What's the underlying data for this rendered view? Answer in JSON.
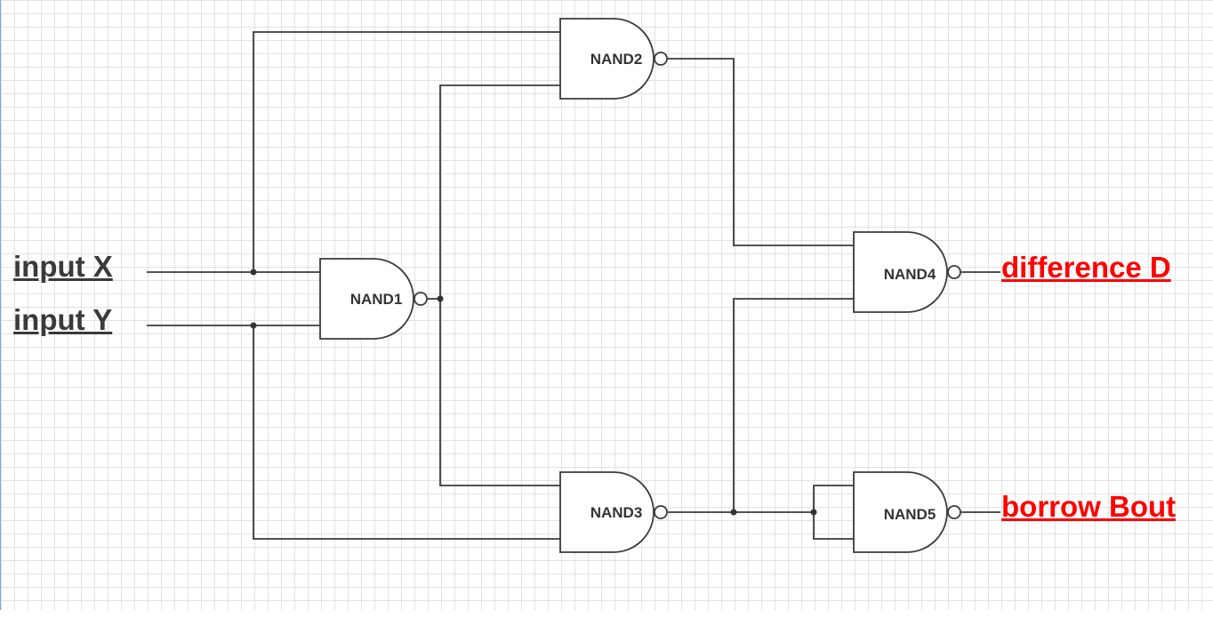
{
  "diagram": {
    "inputs": {
      "x_label": "input X",
      "y_label": "input Y"
    },
    "outputs": {
      "difference_label": "difference D",
      "borrow_label": "borrow Bout"
    },
    "gates": {
      "nand1": "NAND1",
      "nand2": "NAND2",
      "nand3": "NAND3",
      "nand4": "NAND4",
      "nand5": "NAND5"
    },
    "colors": {
      "wire": "#3a3a3a",
      "output_text": "#ff0000",
      "input_text": "#3a3a3a",
      "grid": "#e2e2e2"
    }
  }
}
